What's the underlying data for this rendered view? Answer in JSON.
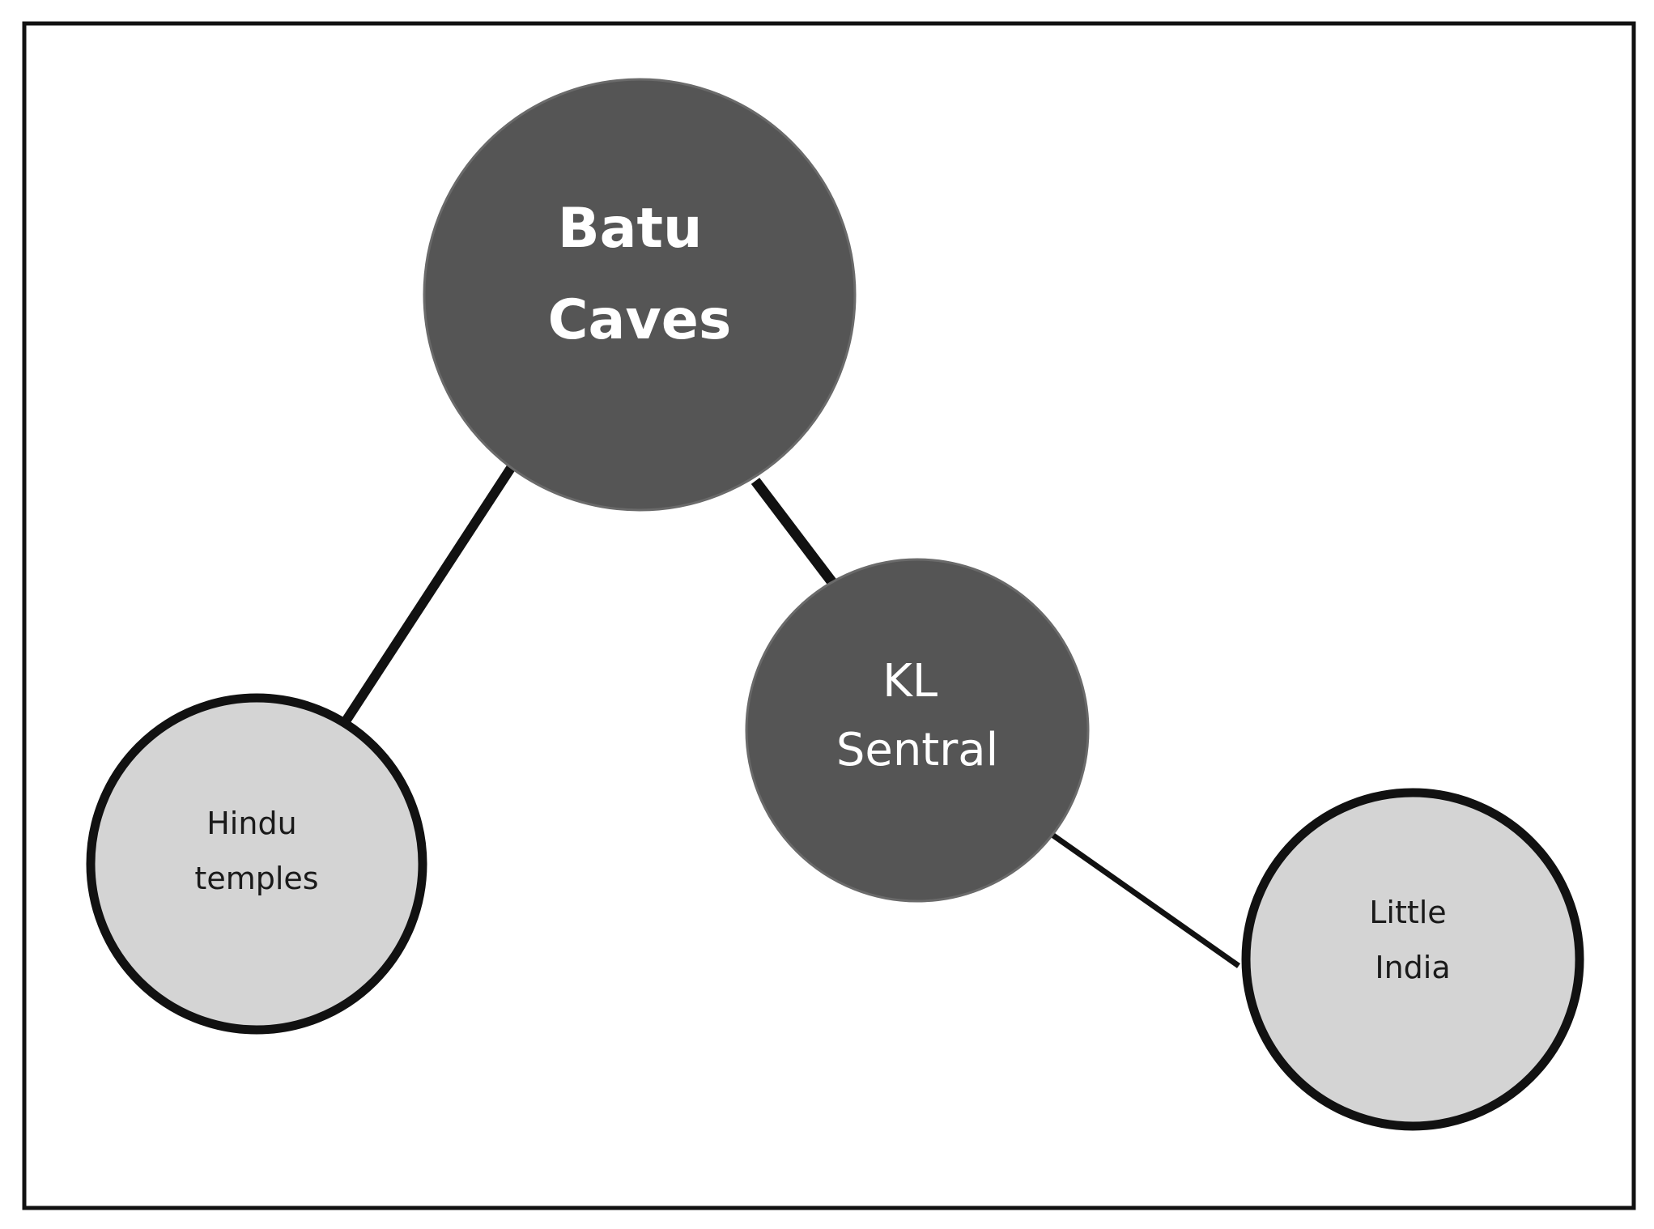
{
  "colors": {
    "primary_node_fill": "#555555",
    "secondary_node_fill": "#d4d4d4",
    "primary_text": "#ffffff",
    "secondary_text": "#1a1a1a",
    "line": "#111111"
  },
  "nodes": [
    {
      "id": "batu-caves",
      "label_lines": [
        "Batu",
        "Caves"
      ],
      "style": "primary"
    },
    {
      "id": "kl-sentral",
      "label_lines": [
        "KL",
        "Sentral"
      ],
      "style": "primary"
    },
    {
      "id": "hindu-temples",
      "label_lines": [
        "Hindu",
        "temples"
      ],
      "style": "secondary"
    },
    {
      "id": "little-india",
      "label_lines": [
        "Little",
        "India"
      ],
      "style": "secondary"
    }
  ],
  "edges": [
    {
      "from": "batu-caves",
      "to": "hindu-temples"
    },
    {
      "from": "batu-caves",
      "to": "kl-sentral"
    },
    {
      "from": "kl-sentral",
      "to": "little-india"
    }
  ]
}
